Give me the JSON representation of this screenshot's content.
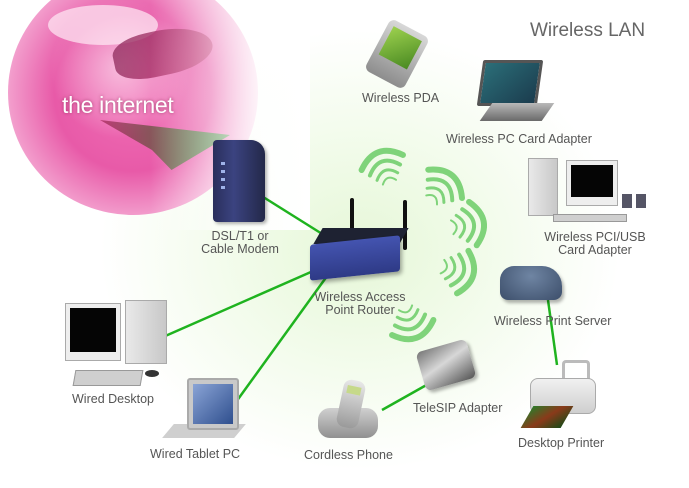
{
  "diagram": {
    "title": "Wireless LAN",
    "internet_label": "the internet",
    "colors": {
      "wired_link": "#1fb31f",
      "wireless_arc": "#7fd37a",
      "label_text": "#555555",
      "title_text": "#666666",
      "globe": "#e85aa8"
    },
    "nodes": [
      {
        "id": "internet",
        "label": "the internet",
        "icon": "globe-icon"
      },
      {
        "id": "modem",
        "label_lines": [
          "DSL/T1 or",
          "Cable Modem"
        ],
        "icon": "modem-icon"
      },
      {
        "id": "router",
        "label_lines": [
          "Wireless Access",
          "Point Router"
        ],
        "icon": "router-icon"
      },
      {
        "id": "pda",
        "label": "Wireless PDA",
        "icon": "pda-icon"
      },
      {
        "id": "laptop",
        "label": "Wireless PC Card Adapter",
        "icon": "laptop-icon"
      },
      {
        "id": "pci_desktop",
        "label_lines": [
          "Wireless PCI/USB",
          "Card Adapter"
        ],
        "icon": "desktop-computer-icon"
      },
      {
        "id": "print_server",
        "label": "Wireless Print Server",
        "icon": "print-server-icon"
      },
      {
        "id": "printer",
        "label": "Desktop Printer",
        "icon": "printer-icon"
      },
      {
        "id": "telesip",
        "label": "TeleSIP Adapter",
        "icon": "voip-adapter-icon"
      },
      {
        "id": "phone",
        "label": "Cordless Phone",
        "icon": "cordless-phone-icon"
      },
      {
        "id": "tablet",
        "label": "Wired Tablet PC",
        "icon": "tablet-pc-icon"
      },
      {
        "id": "wired_desktop",
        "label": "Wired Desktop",
        "icon": "desktop-computer-icon"
      }
    ],
    "wired_links": [
      {
        "from": "internet",
        "to": "modem"
      },
      {
        "from": "modem",
        "to": "router"
      },
      {
        "from": "router",
        "to": "wired_desktop"
      },
      {
        "from": "router",
        "to": "tablet"
      },
      {
        "from": "print_server",
        "to": "printer"
      },
      {
        "from": "telesip",
        "to": "phone"
      }
    ],
    "wireless_links": [
      {
        "from": "router",
        "to": "pda"
      },
      {
        "from": "router",
        "to": "laptop"
      },
      {
        "from": "router",
        "to": "pci_desktop"
      },
      {
        "from": "router",
        "to": "print_server"
      },
      {
        "from": "router",
        "to": "telesip"
      }
    ]
  }
}
